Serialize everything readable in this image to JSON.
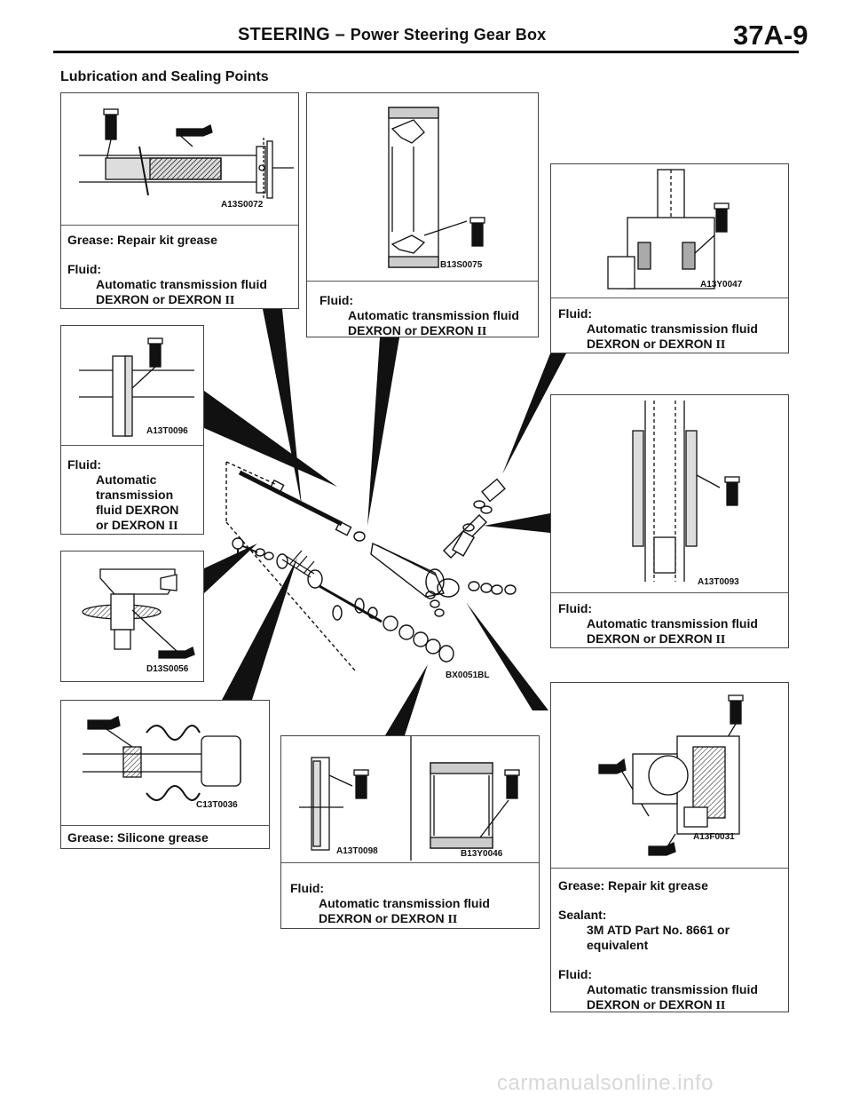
{
  "header": {
    "title": "STEERING –",
    "subtitle": "Power Steering Gear Box",
    "page_number": "37A-9"
  },
  "section_title": "Lubrication and Sealing Points",
  "panels": {
    "p1": {
      "code": "A13S0072",
      "line1": "Grease: Repair kit grease",
      "line2": "Fluid:",
      "line3": "Automatic transmission fluid",
      "line4": "DEXRON or DEXRON",
      "roman": "II"
    },
    "p2": {
      "code": "B13S0075",
      "line1": "Fluid:",
      "line2": "Automatic transmission fluid",
      "line3": "DEXRON or DEXRON",
      "roman": "II"
    },
    "p3": {
      "code": "A13Y0047",
      "line1": "Fluid:",
      "line2": "Automatic transmission fluid",
      "line3": "DEXRON or DEXRON",
      "roman": "II"
    },
    "p4": {
      "code": "A13T0096",
      "line1": "Fluid:",
      "line2": "Automatic",
      "line3": "transmission",
      "line4": "fluid DEXRON",
      "line5": "or DEXRON",
      "roman": "II"
    },
    "p5": {
      "code": "A13T0093",
      "line1": "Fluid:",
      "line2": "Automatic transmission fluid",
      "line3": "DEXRON or DEXRON",
      "roman": "II"
    },
    "p6": {
      "code": "D13S0056"
    },
    "center": {
      "code": "BX0051BL"
    },
    "p7": {
      "code": "C13T0036",
      "line1": "Grease: Silicone grease"
    },
    "p8": {
      "code_a": "A13T0098",
      "code_b": "B13Y0046",
      "line1": "Fluid:",
      "line2": "Automatic transmission fluid",
      "line3": "DEXRON or DEXRON",
      "roman": "II"
    },
    "p9": {
      "code": "A13F0031",
      "line1": "Grease: Repair kit grease",
      "line2": "Sealant:",
      "line3": "3M ATD Part No. 8661 or",
      "line4": "equivalent",
      "line5": "Fluid:",
      "line6": "Automatic transmission fluid",
      "line7": "DEXRON or DEXRON",
      "roman": "II"
    }
  },
  "footer": {
    "watermark": "carmanualsonline.info"
  }
}
